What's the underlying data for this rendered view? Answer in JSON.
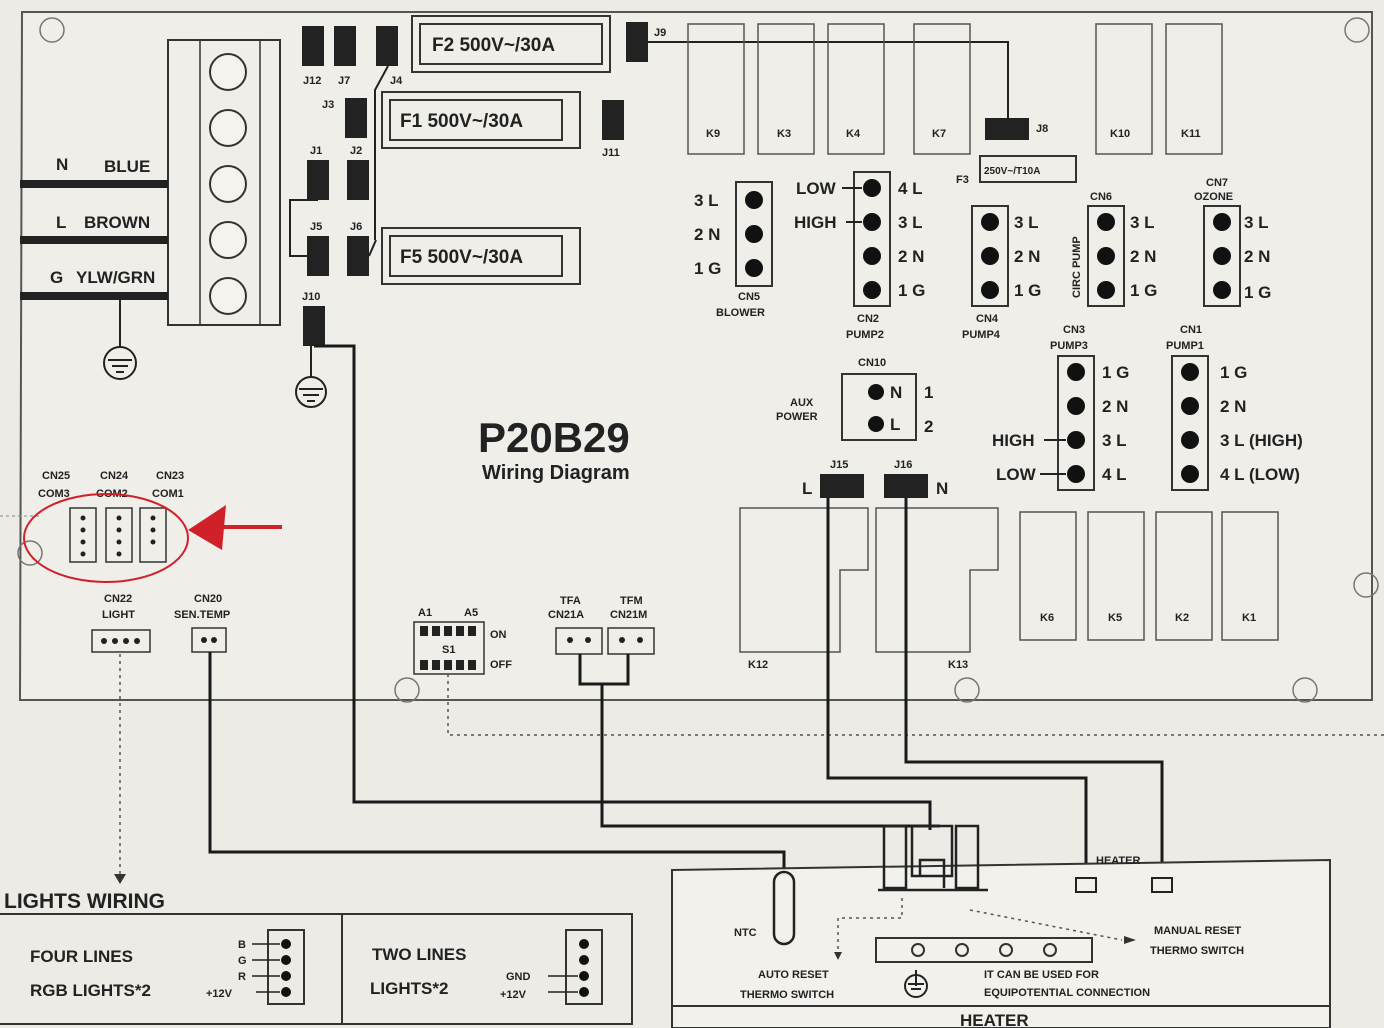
{
  "title": "P20B29",
  "subtitle": "Wiring Diagram",
  "power_inputs": [
    {
      "terminal": "N",
      "color": "BLUE"
    },
    {
      "terminal": "L",
      "color": "BROWN"
    },
    {
      "terminal": "G",
      "color": "YLW/GRN"
    }
  ],
  "fuses": {
    "f2": "F2  500V~/30A",
    "f1": "F1  500V~/30A",
    "f5": "F5  500V~/30A",
    "f3_label": "F3",
    "f3_rating": "250V~/T10A"
  },
  "jumpers": {
    "j12": "J12",
    "j7": "J7",
    "j4": "J4",
    "j3": "J3",
    "j9": "J9",
    "j11": "J11",
    "j8": "J8",
    "j1": "J1",
    "j2": "J2",
    "j5": "J5",
    "j6": "J6",
    "j10": "J10",
    "j15": "J15",
    "j16": "J16"
  },
  "relays_top": [
    "K9",
    "K3",
    "K4",
    "K7",
    "K10",
    "K11"
  ],
  "relays_bottom": [
    "K6",
    "K5",
    "K2",
    "K1"
  ],
  "relays_large": [
    "K12",
    "K13"
  ],
  "connectors": {
    "cn5": {
      "name": "CN5",
      "sub": "BLOWER",
      "pins": [
        "3 L",
        "2 N",
        "1 G"
      ]
    },
    "cn2": {
      "name": "CN2",
      "sub": "PUMP2",
      "low": "LOW",
      "high": "HIGH",
      "pins": [
        "4 L",
        "3 L",
        "2 N",
        "1 G"
      ]
    },
    "cn4": {
      "name": "CN4",
      "sub": "PUMP4",
      "pins": [
        "3 L",
        "2 N",
        "1 G"
      ]
    },
    "cn6": {
      "name": "CN6",
      "side": "CIRC PUMP",
      "pins": [
        "3 L",
        "2 N",
        "1 G"
      ]
    },
    "cn7": {
      "name": "CN7",
      "sub": "OZONE",
      "pins": [
        "3 L",
        "2 N",
        "1 G"
      ]
    },
    "cn3": {
      "name": "CN3",
      "sub": "PUMP3",
      "high": "HIGH",
      "low": "LOW",
      "pins": [
        "1 G",
        "2 N",
        "3 L",
        "4 L"
      ]
    },
    "cn1": {
      "name": "CN1",
      "sub": "PUMP1",
      "pins": [
        "1 G",
        "2 N",
        "3 L (HIGH)",
        "4 L (LOW)"
      ]
    },
    "cn10": {
      "name": "CN10",
      "aux1": "AUX",
      "aux2": "POWER",
      "p1": "N",
      "p2": "L",
      "n1": "1",
      "n2": "2"
    },
    "j15_side": "L",
    "j16_side": "N",
    "cn25": {
      "name": "CN25",
      "sub": "COM3"
    },
    "cn24": {
      "name": "CN24",
      "sub": "COM2"
    },
    "cn23": {
      "name": "CN23",
      "sub": "COM1"
    },
    "cn22": {
      "name": "CN22",
      "sub": "LIGHT"
    },
    "cn20": {
      "name": "CN20",
      "sub": "SEN.TEMP"
    },
    "s1": {
      "name": "S1",
      "a1": "A1",
      "a5": "A5",
      "on": "ON",
      "off": "OFF"
    },
    "cn21a": {
      "top": "TFA",
      "name": "CN21A"
    },
    "cn21m": {
      "top": "TFM",
      "name": "CN21M"
    }
  },
  "heater": {
    "title": "HEATER",
    "heater_label": "HEATER",
    "ntc": "NTC",
    "auto_reset_1": "AUTO RESET",
    "auto_reset_2": "THERMO SWITCH",
    "manual_reset_1": "MANUAL RESET",
    "manual_reset_2": "THERMO SWITCH",
    "equip_1": "IT CAN BE USED FOR",
    "equip_2": "EQUIPOTENTIAL CONNECTION"
  },
  "lights_wiring": {
    "title": "LIGHTS WIRING",
    "rgb_1": "FOUR LINES",
    "rgb_2": "RGB LIGHTS*2",
    "rgb_pins": [
      "B",
      "G",
      "R",
      "+12V"
    ],
    "two_1": "TWO LINES",
    "two_2": "LIGHTS*2",
    "two_pins": [
      "GND",
      "+12V"
    ]
  },
  "colors": {
    "board": "#ecebe6",
    "line": "#1a1a1a",
    "annotation": "#d0202a"
  }
}
